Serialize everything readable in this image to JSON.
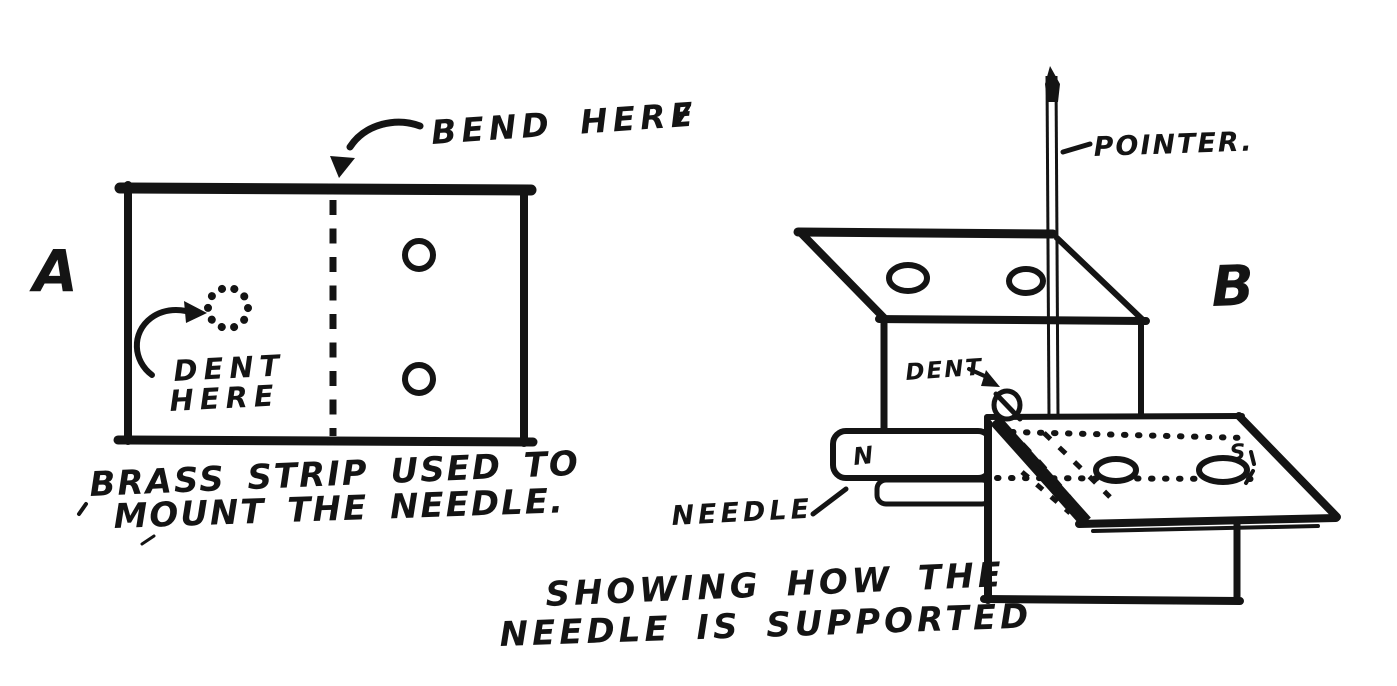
{
  "colors": {
    "ink": "#141414",
    "paper": "#ffffff"
  },
  "figure_a": {
    "label": "A",
    "bend_label": "BEND HERE",
    "dent_label_line1": "DENT",
    "dent_label_line2": "HERE",
    "caption_line1": "BRASS STRIP USED TO",
    "caption_line2": "MOUNT THE NEEDLE."
  },
  "figure_b": {
    "label": "B",
    "pointer_label": "POINTER.",
    "dent_label": "DENT",
    "needle_label": "NEEDLE",
    "north_pole": "N",
    "south_pole": "S",
    "caption_line1": "SHOWING HOW THE",
    "caption_line2": "NEEDLE IS SUPPORTED"
  }
}
